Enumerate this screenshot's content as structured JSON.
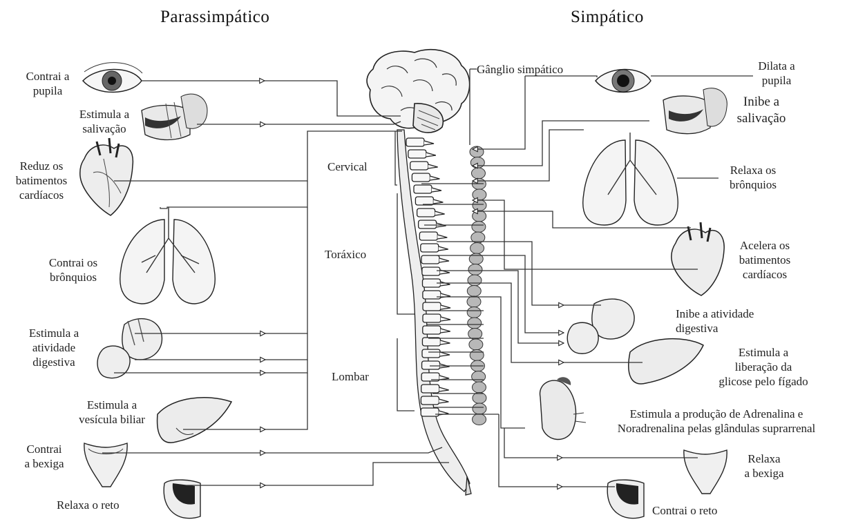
{
  "titles": {
    "parasympathetic": "Parassimpático",
    "sympathetic": "Simpático"
  },
  "spine_regions": {
    "cervical": "Cervical",
    "thoracic": "Toráxico",
    "lumbar": "Lombar"
  },
  "ganglion_label": "Gânglio simpático",
  "parasympathetic_effects": [
    {
      "l1": "Contrai a",
      "l2": "pupila"
    },
    {
      "l1": "Estimula a",
      "l2": "salivação"
    },
    {
      "l1": "Reduz os",
      "l2": "batimentos",
      "l3": "cardíacos"
    },
    {
      "l1": "Contrai os",
      "l2": "brônquios"
    },
    {
      "l1": "Estimula a",
      "l2": "atividade",
      "l3": "digestiva"
    },
    {
      "l1": "Estimula a",
      "l2": "vesícula biliar"
    },
    {
      "l1": "Contrai",
      "l2": "a bexiga"
    },
    {
      "l1": "Relaxa o reto"
    }
  ],
  "sympathetic_effects": [
    {
      "l1": "Dilata a",
      "l2": "pupila"
    },
    {
      "l1": "Inibe a",
      "l2": "salivação"
    },
    {
      "l1": "Relaxa os",
      "l2": "brônquios"
    },
    {
      "l1": "Acelera os",
      "l2": "batimentos",
      "l3": "cardíacos"
    },
    {
      "l1": "Inibe  a atividade",
      "l2": "digestiva"
    },
    {
      "l1": "Estimula a",
      "l2": "liberação da",
      "l3": "glicose pelo fígado"
    },
    {
      "l1": "Estimula a produção de Adrenalina e",
      "l2": "Noradrenalina pelas glândulas suprarrenal"
    },
    {
      "l1": "Relaxa",
      "l2": "a bexiga"
    },
    {
      "l1": "Contrai o reto"
    }
  ],
  "colors": {
    "ink": "#1a1a1a",
    "line": "#3a3a3a",
    "organ_fill": "#f2f2f2",
    "dark_tissue": "#222222",
    "ganglion_fill": "#b8b8b8"
  }
}
